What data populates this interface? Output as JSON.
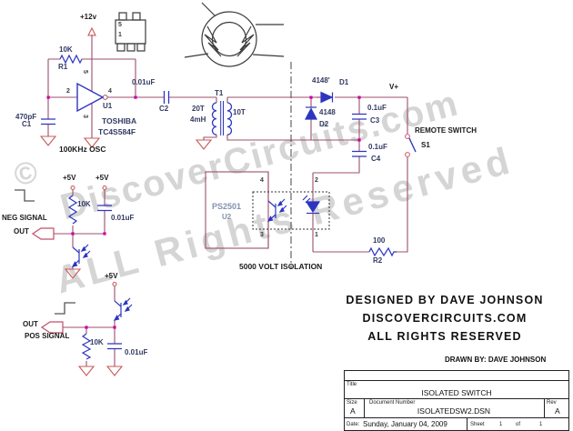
{
  "schematic": {
    "osc": {
      "supply": "+12v",
      "pkg_pin5": "5",
      "pkg_pin1": "1",
      "r1_value": "10K",
      "r1_ref": "R1",
      "c1_value": "470pF",
      "c1_ref": "C1",
      "pin2": "2",
      "pin4": "4",
      "pin5": "5",
      "pin3": "3",
      "u1_ref": "U1",
      "u1_maker": "TOSHIBA",
      "u1_part": "TC4S584F",
      "osc_label": "100KHz OSC"
    },
    "coupling": {
      "c2_value": "0.01uF",
      "c2_ref": "C2"
    },
    "transformer": {
      "ref": "T1",
      "primary_turns": "20T",
      "inductance": "4mH",
      "secondary_turns": "10T"
    },
    "rectifier": {
      "d1_value": "4148'",
      "d1_ref": "D1",
      "d2_value": "4148",
      "d2_ref": "D2",
      "vplus": "V+",
      "c3_value": "0.1uF",
      "c3_ref": "C3",
      "c4_value": "0.1uF",
      "c4_ref": "C4"
    },
    "switch": {
      "label": "REMOTE SWITCH",
      "ref": "S1"
    },
    "r2": {
      "value": "100",
      "ref": "R2"
    },
    "opto": {
      "part": "PS2501",
      "ref": "U2",
      "pin1": "1",
      "pin2": "2",
      "pin3": "3",
      "pin4": "4"
    },
    "isolation_label": "5000 VOLT ISOLATION",
    "neg": {
      "supply1": "+5V",
      "supply2": "+5V",
      "r_value": "10K",
      "c_value": "0.01uF",
      "signal": "NEG SIGNAL",
      "out": "OUT"
    },
    "pos": {
      "supply": "+5V",
      "r_value": "10K",
      "c_value": "0.01uF",
      "signal": "POS SIGNAL",
      "out": "OUT"
    }
  },
  "credits": {
    "line1": "DESIGNED BY DAVE JOHNSON",
    "line2": "DISCOVERCIRCUITS.COM",
    "line3": "ALL RIGHTS RESERVED",
    "drawn_by": "DRAWN BY: DAVE JOHNSON"
  },
  "titleblock": {
    "title_label": "Title",
    "title": "ISOLATED SWITCH",
    "size_label": "Size",
    "size": "A",
    "doc_label": "Document Number",
    "doc": "ISOLATEDSW2.DSN",
    "rev_label": "Rev",
    "rev": "A",
    "date_label": "Date:",
    "date": "Sunday, January 04, 2009",
    "sheet_label": "Sheet",
    "sheet_no": "1",
    "of_label": "of",
    "sheet_total": "1"
  },
  "watermark": {
    "copyright": "©",
    "line1": "DiscoverCircuits.com",
    "line2": "ALL Rights Reserved"
  },
  "colors": {
    "wire": "#9c4f6e",
    "symbol": "#2d35c0",
    "junction": "#cc00a0",
    "ground": "#c75b5b",
    "label": "#333a63",
    "annotation": "#1a1a1a",
    "opto_label": "#8292ad",
    "watermark": "#b2b2b2"
  }
}
